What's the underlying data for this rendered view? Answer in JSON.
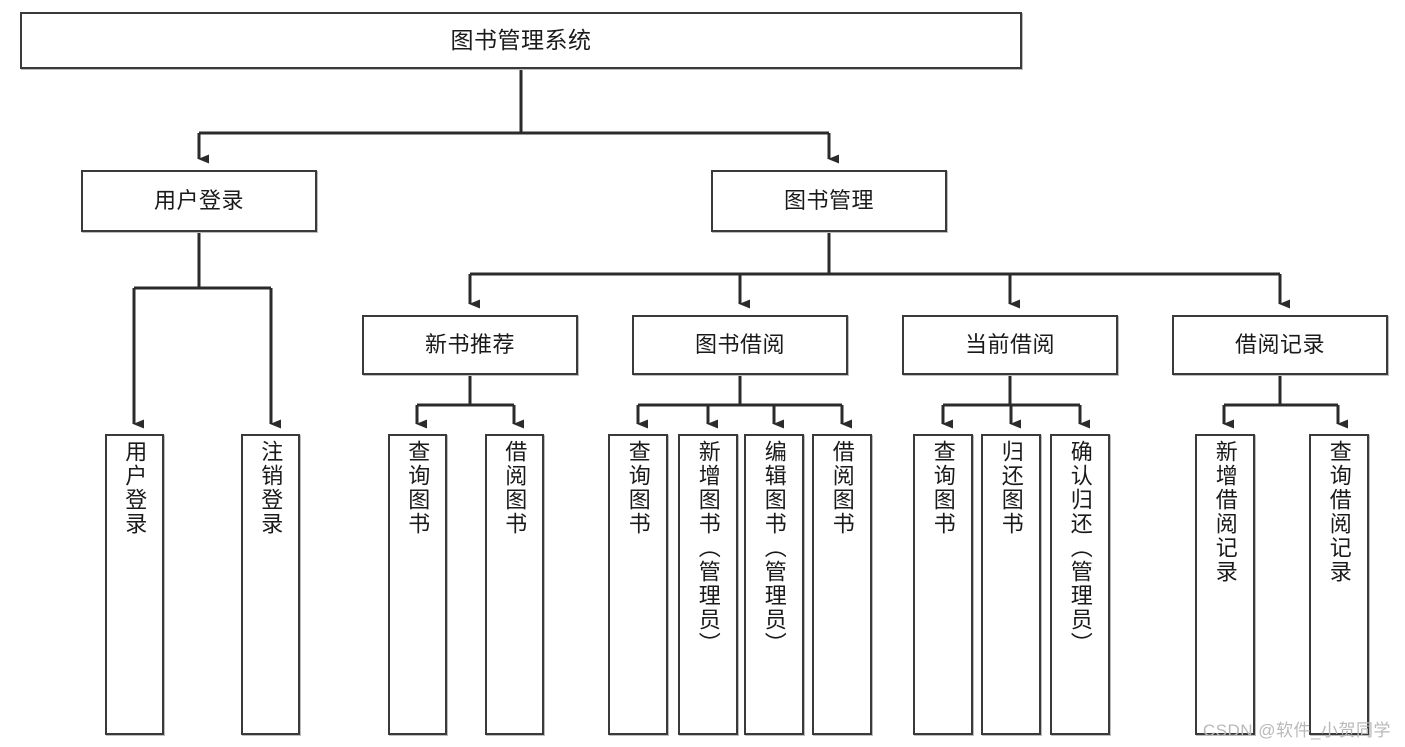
{
  "diagram": {
    "title": "图书管理系统",
    "type": "tree-hierarchy-diagram",
    "colors": {
      "box_border": "#3a3a3a",
      "box_fill": "#ffffff",
      "edge": "#2b2b2b",
      "text": "#1a1a1a",
      "watermark": "#b9b9b9",
      "background": "#ffffff"
    },
    "root": {
      "label": "图书管理系统"
    },
    "level2": [
      {
        "label": "用户登录"
      },
      {
        "label": "图书管理"
      }
    ],
    "level3": [
      {
        "label": "新书推荐"
      },
      {
        "label": "图书借阅"
      },
      {
        "label": "当前借阅"
      },
      {
        "label": "借阅记录"
      }
    ],
    "leaves": {
      "user_login": [
        {
          "label": "用户登录"
        },
        {
          "label": "注销登录"
        }
      ],
      "new_book": [
        {
          "label": "查询图书"
        },
        {
          "label": "借阅图书"
        }
      ],
      "book_borrow": [
        {
          "label": "查询图书"
        },
        {
          "label": "新增图书（管理员）"
        },
        {
          "label": "编辑图书（管理员）"
        },
        {
          "label": "借阅图书"
        }
      ],
      "current_borrow": [
        {
          "label": "查询图书"
        },
        {
          "label": "归还图书"
        },
        {
          "label": "确认归还（管理员）"
        }
      ],
      "borrow_record": [
        {
          "label": "新增借阅记录"
        },
        {
          "label": "查询借阅记录"
        }
      ]
    }
  },
  "watermark": {
    "text": "CSDN @软件_小贺同学"
  }
}
